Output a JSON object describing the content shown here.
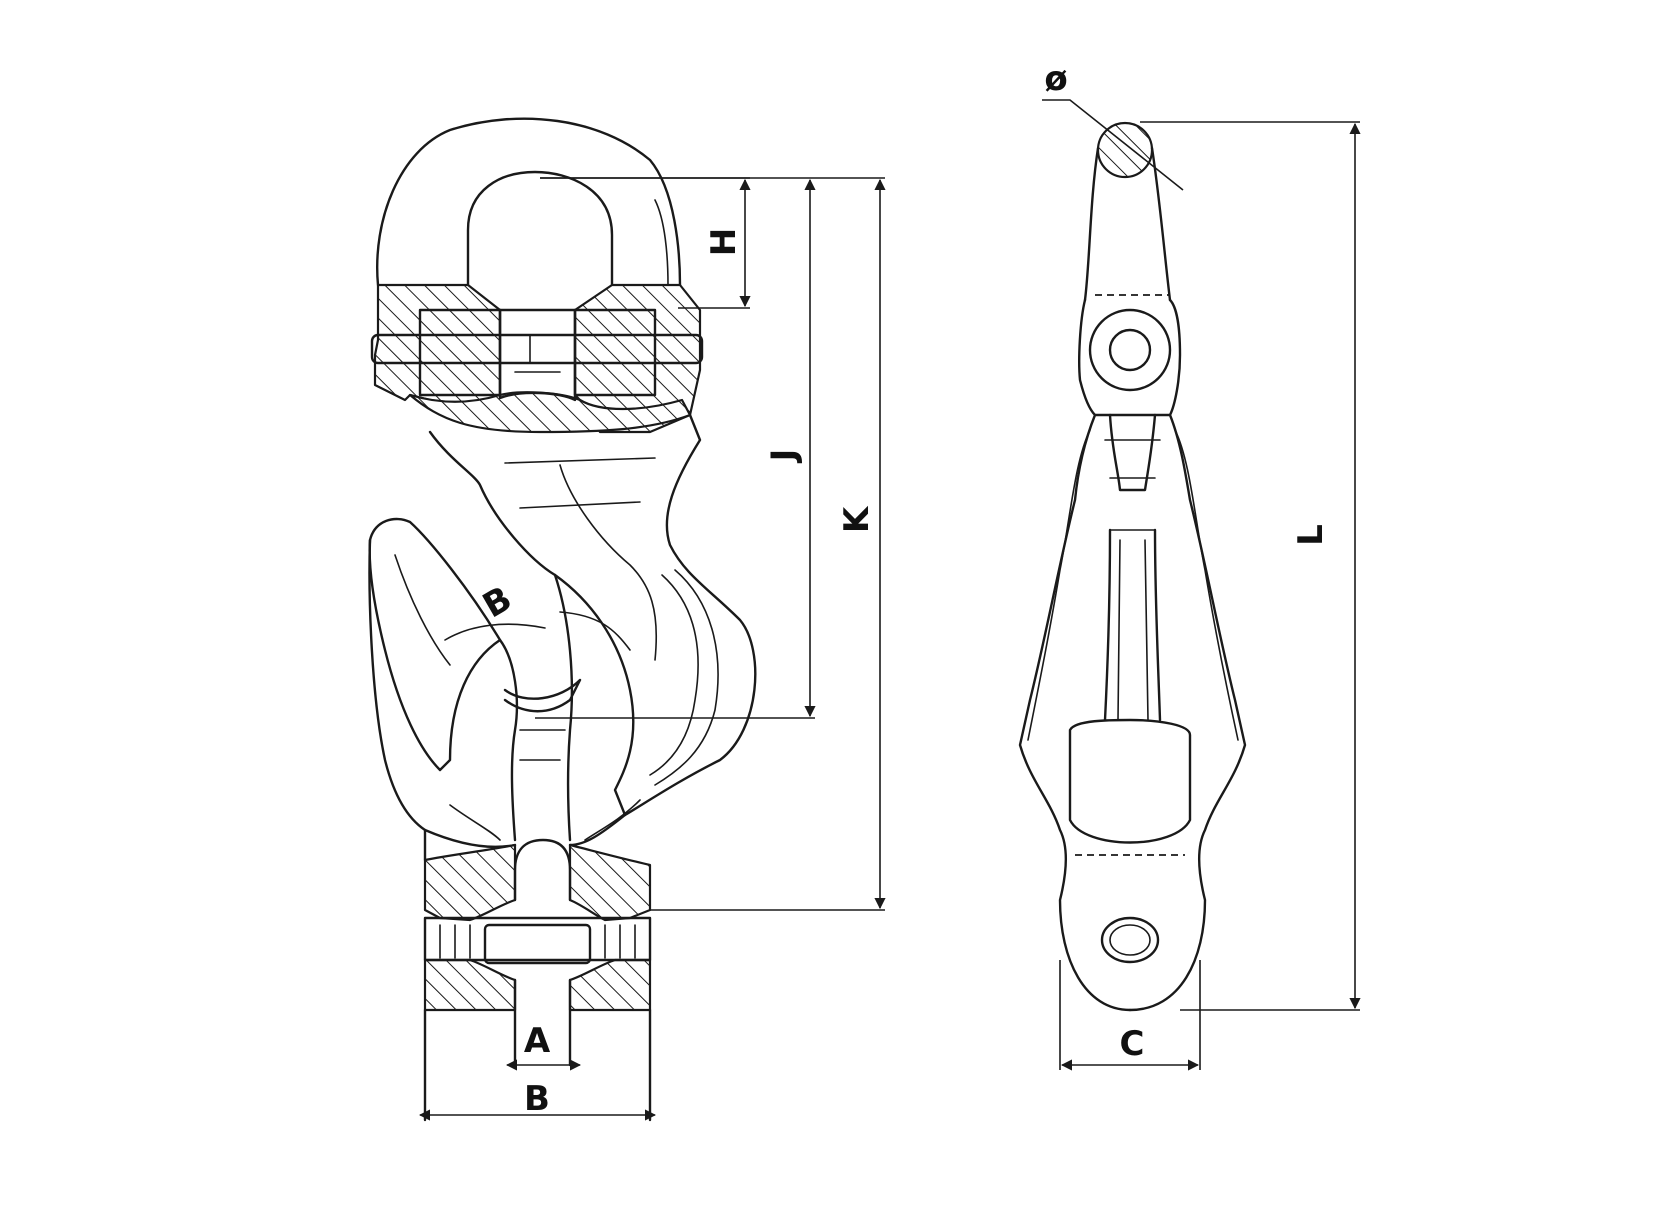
{
  "colors": {
    "line": "#1a1a1a",
    "background": "#ffffff"
  },
  "dimensions": {
    "H": "H",
    "J": "J",
    "K": "K",
    "L": "L",
    "A": "A",
    "B_bottom": "B",
    "B_hook": "B",
    "C": "C",
    "phi": "ø"
  }
}
